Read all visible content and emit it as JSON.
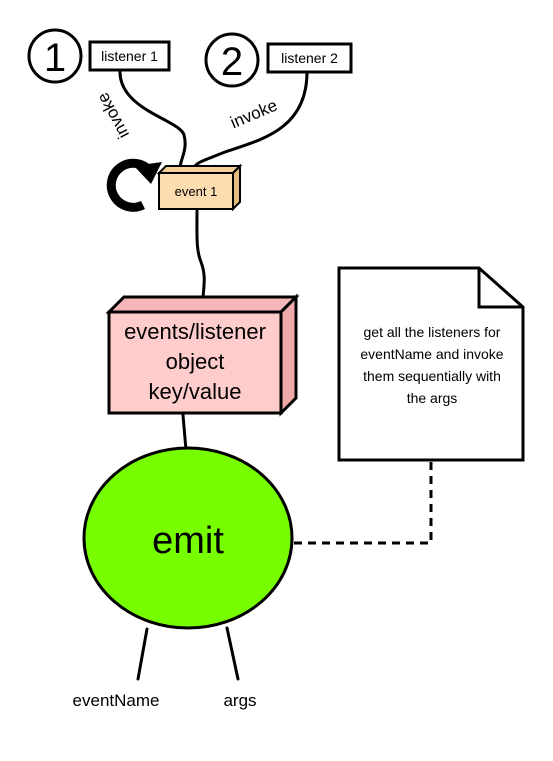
{
  "steps": [
    {
      "number": "1",
      "listener": "listener 1",
      "edge_label": "invoke"
    },
    {
      "number": "2",
      "listener": "listener 2",
      "edge_label": "invoke"
    }
  ],
  "event_box": {
    "label": "event 1",
    "color": "#fddcaf"
  },
  "store": {
    "lines": [
      "events/listener",
      "object",
      "key/value"
    ],
    "color": "#ffcccc"
  },
  "emit": {
    "label": "emit",
    "color": "#77ff00",
    "params": [
      "eventName",
      "args"
    ]
  },
  "note": {
    "lines": [
      "get all the listeners for",
      "eventName and invoke",
      "them sequentially with",
      "the args"
    ]
  },
  "icons": {
    "cycle": "refresh-arrow-icon"
  }
}
